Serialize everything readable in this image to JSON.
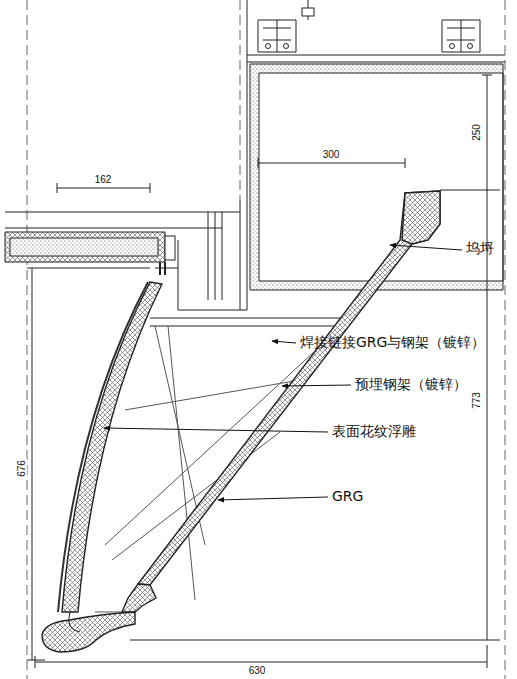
{
  "diagram": {
    "labels": [
      "250",
      "300",
      "162",
      "坞埒",
      "焊接链接GRG与钢架（镀锌）",
      "预埋钢架（镀锌）",
      "773",
      "表面花纹浮雕",
      "676",
      "GRG",
      "630"
    ]
  }
}
